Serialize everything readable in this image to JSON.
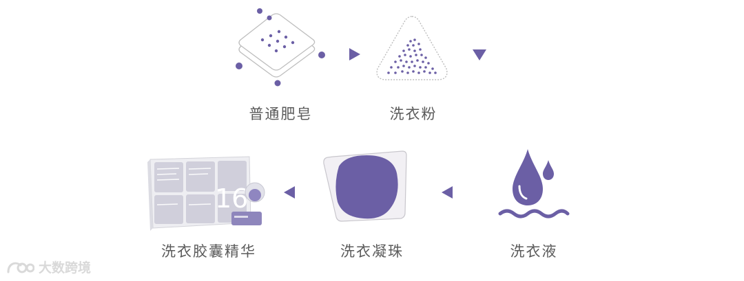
{
  "steps": [
    {
      "label": "普通肥皂",
      "icon": "soap-bar-icon"
    },
    {
      "label": "洗衣粉",
      "icon": "powder-pile-icon"
    },
    {
      "label": "洗衣液",
      "icon": "liquid-drop-icon"
    },
    {
      "label": "洗衣凝珠",
      "icon": "pod-icon"
    },
    {
      "label": "洗衣胶囊精华",
      "icon": "capsule-box-icon"
    }
  ],
  "product_box": {
    "number": "16"
  },
  "watermark": {
    "text": "大数跨境",
    "icon": "brand-logo-icon"
  },
  "colors": {
    "accent": "#6b5fa5",
    "line": "#bdbdbd",
    "text": "#5a5a5a"
  }
}
